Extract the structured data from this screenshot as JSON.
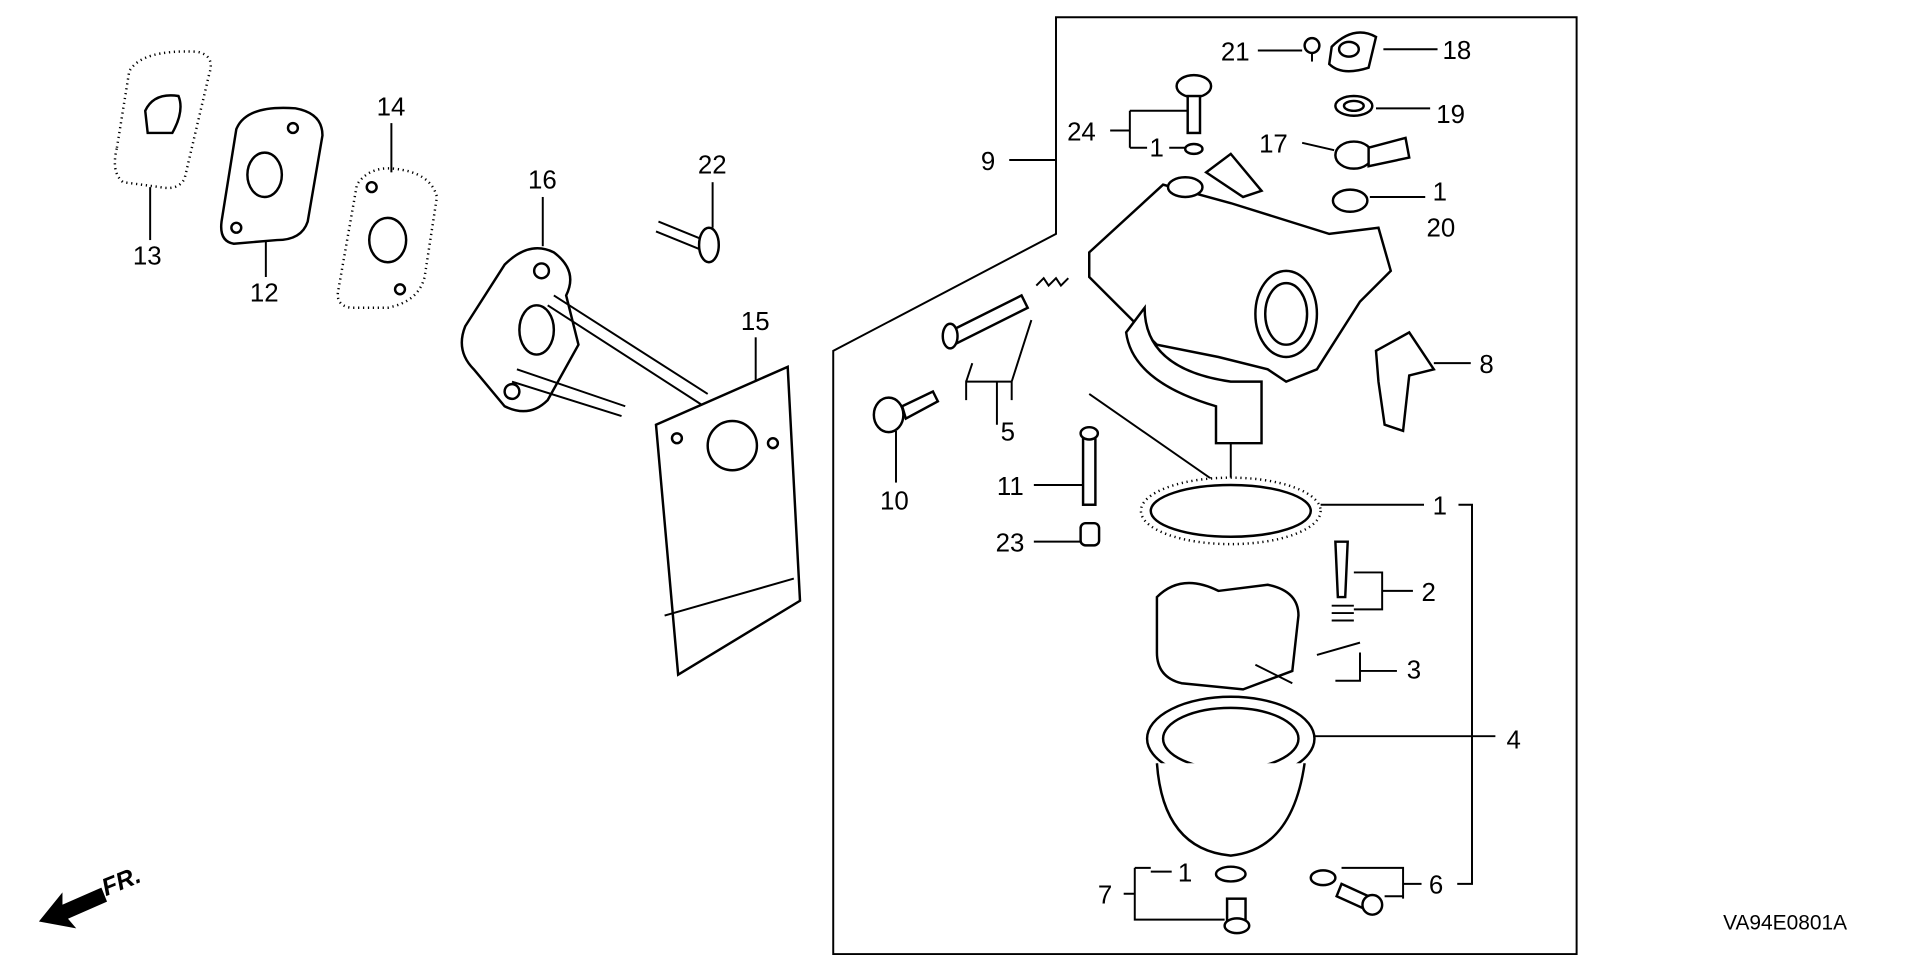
{
  "diagram": {
    "callouts": [
      "13",
      "12",
      "14",
      "16",
      "22",
      "15",
      "9",
      "24",
      "1",
      "21",
      "18",
      "19",
      "17",
      "1",
      "20",
      "8",
      "5",
      "10",
      "11",
      "23",
      "1",
      "2",
      "3",
      "4",
      "1",
      "7",
      "6"
    ],
    "figure_code": "VA94E0801A",
    "direction_label": "FR."
  }
}
